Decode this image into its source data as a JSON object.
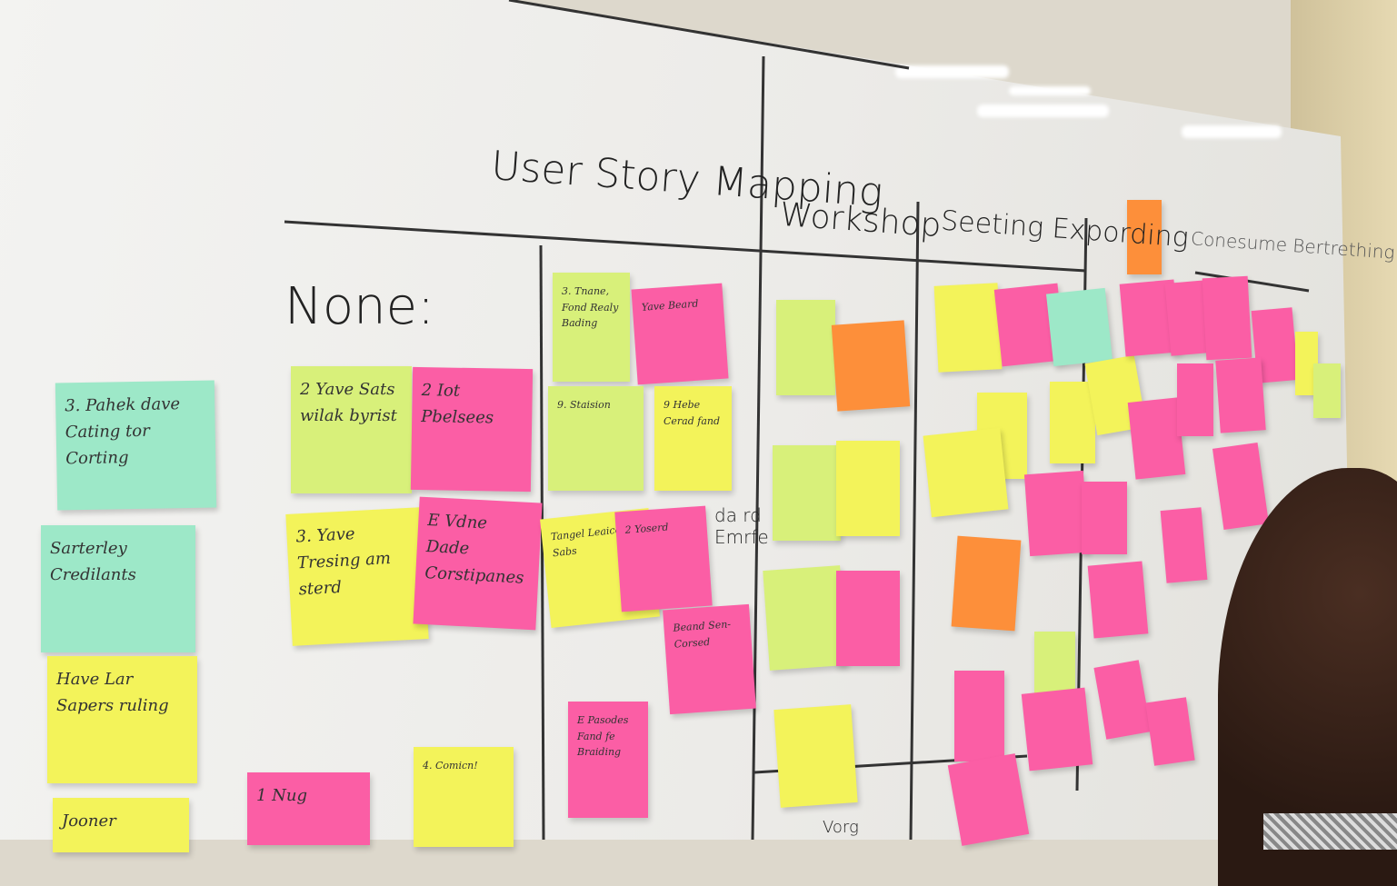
{
  "board": {
    "title": "User Story Mapping",
    "headers": [
      "Workshop",
      "Seeting Expording",
      "Conesume Bertrething"
    ],
    "section_label": "None:",
    "loose_writing": "da rd Emrfe",
    "bottom_writing": "Vorg"
  },
  "colors": {
    "yellow": "#f3f35a",
    "lime": "#d8f07a",
    "teal": "#9de8c8",
    "pink": "#fb5ea5",
    "orange": "#fd8f3a",
    "hair": "#2a1912"
  },
  "notes": [
    {
      "color": "teal",
      "text": "3. Pahek dave Cating tor Corting"
    },
    {
      "color": "teal",
      "text": "Sarterley Credilants"
    },
    {
      "color": "yellow",
      "text": "Have Lar Sapers ruling"
    },
    {
      "color": "yellow",
      "text": "Jooner"
    },
    {
      "color": "lime",
      "text": "2 Yave Sats wilak byrist"
    },
    {
      "color": "pink",
      "text": "2 Iot Pbelsees"
    },
    {
      "color": "yellow",
      "text": "3. Yave Tresing am sterd"
    },
    {
      "color": "pink",
      "text": "E Vdne Dade Corstipanes"
    },
    {
      "color": "pink",
      "text": "1 Nug"
    },
    {
      "color": "yellow",
      "text": "4. Comicn!"
    },
    {
      "color": "lime",
      "text": "3. Tnane, Fond Realy Bading"
    },
    {
      "color": "pink",
      "text": "Yave Beard"
    },
    {
      "color": "lime",
      "text": "9. Staision"
    },
    {
      "color": "yellow",
      "text": "9 Hebe Cerad fand"
    },
    {
      "color": "yellow",
      "text": "Tangel Leaice Sabs"
    },
    {
      "color": "pink",
      "text": "2 Yoserd"
    },
    {
      "color": "pink",
      "text": "Beand Sen-Corsed"
    },
    {
      "color": "pink",
      "text": "E Pasodes Fand fe Braiding"
    },
    {
      "color": "lime",
      "text": ""
    },
    {
      "color": "orange",
      "text": ""
    },
    {
      "color": "lime",
      "text": ""
    },
    {
      "color": "yellow",
      "text": ""
    },
    {
      "color": "lime",
      "text": ""
    },
    {
      "color": "pink",
      "text": ""
    },
    {
      "color": "yellow",
      "text": ""
    },
    {
      "color": "yellow",
      "text": ""
    },
    {
      "color": "pink",
      "text": ""
    },
    {
      "color": "teal",
      "text": ""
    },
    {
      "color": "yellow",
      "text": ""
    },
    {
      "color": "yellow",
      "text": ""
    },
    {
      "color": "yellow",
      "text": ""
    },
    {
      "color": "yellow",
      "text": ""
    },
    {
      "color": "orange",
      "text": ""
    },
    {
      "color": "pink",
      "text": ""
    },
    {
      "color": "pink",
      "text": ""
    },
    {
      "color": "lime",
      "text": ""
    },
    {
      "color": "pink",
      "text": ""
    },
    {
      "color": "pink",
      "text": ""
    },
    {
      "color": "orange",
      "text": ""
    },
    {
      "color": "pink",
      "text": ""
    },
    {
      "color": "pink",
      "text": ""
    },
    {
      "color": "pink",
      "text": ""
    },
    {
      "color": "pink",
      "text": ""
    },
    {
      "color": "pink",
      "text": ""
    },
    {
      "color": "pink",
      "text": ""
    },
    {
      "color": "pink",
      "text": ""
    },
    {
      "color": "pink",
      "text": ""
    },
    {
      "color": "pink",
      "text": ""
    },
    {
      "color": "pink",
      "text": ""
    },
    {
      "color": "pink",
      "text": ""
    },
    {
      "color": "pink",
      "text": ""
    },
    {
      "color": "yellow",
      "text": ""
    },
    {
      "color": "lime",
      "text": ""
    },
    {
      "color": "pink",
      "text": ""
    }
  ]
}
